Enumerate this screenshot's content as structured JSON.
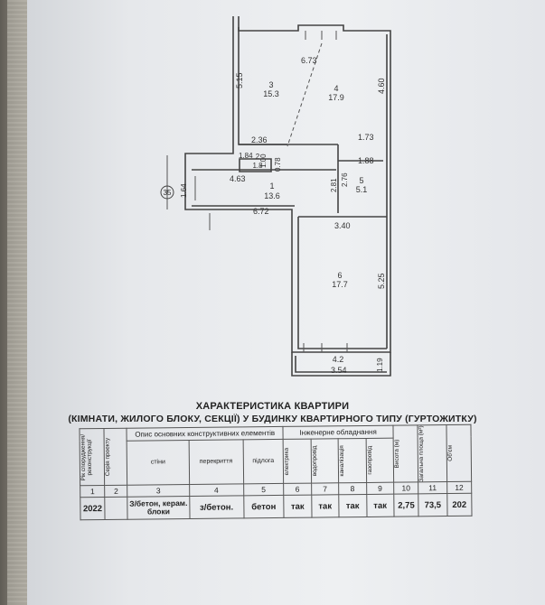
{
  "plan": {
    "rooms": [
      {
        "number": "3",
        "area": "15.3"
      },
      {
        "number": "4",
        "area": "17.9"
      },
      {
        "number": "2",
        "area": "1.8"
      },
      {
        "number": "1",
        "area": "13.6"
      },
      {
        "number": "5",
        "area": "5.1"
      },
      {
        "number": "6",
        "area": "17.7"
      },
      {
        "number": "4.2",
        "area": ""
      }
    ],
    "dimensions": {
      "d673": "6.73",
      "d515": "5.15",
      "d460": "4.60",
      "d236": "2.36",
      "d173": "1.73",
      "d184": "1.84",
      "d100": "1.00",
      "d078": "0.78",
      "d188": "1.88",
      "d463": "4.63",
      "d164": "1.64",
      "d281": "2.81",
      "d276": "2.76",
      "d672": "6.72",
      "d340": "3.40",
      "d525": "5.25",
      "d354": "3.54",
      "d119": "1.19"
    },
    "axis_mark": "35"
  },
  "doc": {
    "title": "ХАРАКТЕРИСТИКА КВАРТИРИ",
    "subtitle": "(КІМНАТИ, ЖИЛОГО БЛОКУ, СЕКЦІЇ) У БУДИНКУ КВАРТИРНОГО ТИПУ (ГУРТОЖИТКУ)"
  },
  "table": {
    "col_year": "Рік спорудження/ реконструкції",
    "col_series": "Серія проекту",
    "group_structure": "Опис основних конструктивних елементів",
    "col_walls": "стіни",
    "col_floors": "перекриття",
    "col_floor": "підлога",
    "group_engineering": "Інженерне обладнання",
    "col_electric": "електрика",
    "col_water": "водопровід",
    "col_sewer": "каналізація",
    "col_gas": "газопровід",
    "col_height": "Висота (м)",
    "col_total_area": "Загальна площа (м²)",
    "col_volume": "Об'єм",
    "numbers": [
      "1",
      "2",
      "3",
      "4",
      "5",
      "6",
      "7",
      "8",
      "9",
      "10",
      "11",
      "12"
    ],
    "row": {
      "year": "2022",
      "series": "",
      "walls": "З/бетон, керам. блоки",
      "floors": "з/бетон.",
      "floor": "бетон",
      "electric": "так",
      "water": "так",
      "sewer": "так",
      "gas": "так",
      "height": "2,75",
      "total_area": "73,5",
      "volume": "202"
    }
  }
}
